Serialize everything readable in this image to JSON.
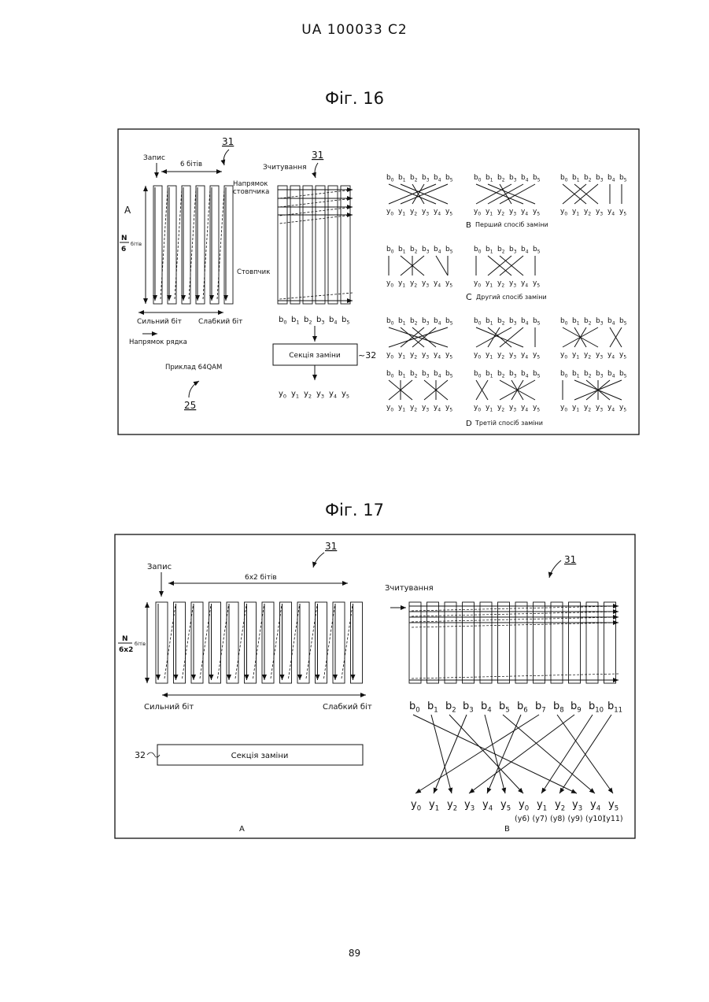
{
  "header": "UA   100033   C2",
  "page_number": "89",
  "fig16": {
    "title": "Фіг. 16",
    "ref31a": "31",
    "ref31b": "31",
    "ref32": "~32",
    "ref25": "25",
    "label_A": "A",
    "write": "Запис",
    "bits6": "6 бітів",
    "col_dir": [
      "Напрямок",
      "стовпчика"
    ],
    "n_num": "N",
    "n_den": "6",
    "n_bits": "бітів",
    "column": "Стовпчик",
    "strong": "Сильний біт",
    "weak": "Слабкий біт",
    "row_dir": "Напрямок рядка",
    "example": "Приклад  64QAM",
    "read": "Зчитування",
    "swap_section": "Секція заміни",
    "b_labels": [
      "b0",
      "b1",
      "b2",
      "b3",
      "b4",
      "b5"
    ],
    "y_labels": [
      "y0",
      "y1",
      "y2",
      "y3",
      "y4",
      "y5"
    ],
    "caption_B": "Перший спосіб заміни",
    "caption_C": "Другий спосіб заміни",
    "caption_D": "Третій спосіб заміни",
    "letter_B": "B",
    "letter_C": "C",
    "letter_D": "D"
  },
  "fig17": {
    "title": "Фіг. 17",
    "ref31a": "31",
    "ref31b": "31",
    "ref32": "32",
    "write": "Запис",
    "bits": "6x2  бітів",
    "n_num": "N",
    "n_den": "6x2",
    "n_bits": "бітів",
    "strong": "Сильний біт",
    "weak": "Слабкий біт",
    "swap_section": "Секція заміни",
    "read": "Зчитування",
    "b_labels": [
      "b0",
      "b1",
      "b2",
      "b3",
      "b4",
      "b5",
      "b6",
      "b7",
      "b8",
      "b9",
      "b10",
      "b11"
    ],
    "y_labels": [
      "y0",
      "y1",
      "y2",
      "y3",
      "y4",
      "y5",
      "y0",
      "y1",
      "y2",
      "y3",
      "y4",
      "y5"
    ],
    "y_alt": [
      "(y6)",
      "(y7)",
      "(y8)",
      "(y9)",
      "(y10)",
      "(y11)"
    ],
    "label_A": "A",
    "label_B": "B"
  }
}
